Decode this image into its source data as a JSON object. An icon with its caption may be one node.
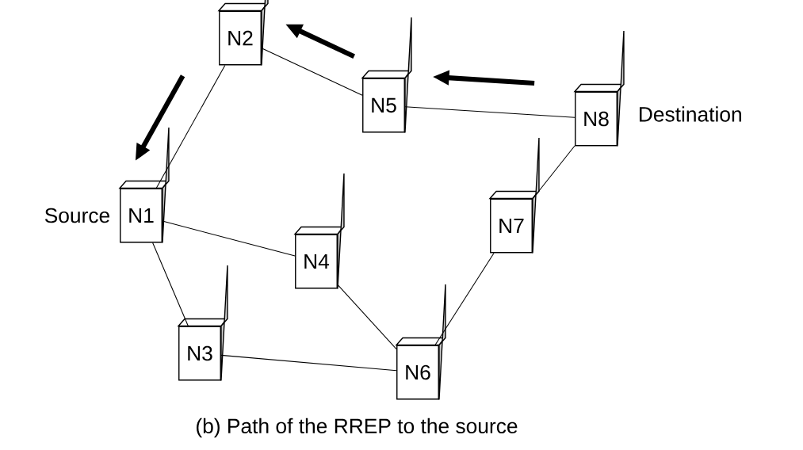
{
  "diagram": {
    "caption": "(b) Path of the RREP to the source",
    "nodes": [
      {
        "text": [
          "N1"
        ],
        "beside": [
          "Source"
        ]
      },
      {
        "text": [
          "N2"
        ]
      },
      {
        "text": [
          "N3"
        ]
      },
      {
        "text": [
          "N4"
        ]
      },
      {
        "text": [
          "N5"
        ]
      },
      {
        "text": [
          "N6"
        ]
      },
      {
        "text": [
          "N7"
        ]
      },
      {
        "text": [
          "N8"
        ],
        "beside": [
          "Destination"
        ]
      }
    ],
    "edges": [
      {
        "from": 0,
        "to": 1,
        "arrow": "none"
      },
      {
        "from": 1,
        "to": 4,
        "arrow": "none"
      },
      {
        "from": 4,
        "to": 7,
        "arrow": "none"
      },
      {
        "from": 7,
        "to": 6,
        "arrow": "none"
      },
      {
        "from": 6,
        "to": 5,
        "arrow": "none"
      },
      {
        "from": 5,
        "to": 3,
        "arrow": "none"
      },
      {
        "from": 3,
        "to": 0,
        "arrow": "none"
      },
      {
        "from": 0,
        "to": 2,
        "arrow": "none"
      },
      {
        "from": 2,
        "to": 5,
        "arrow": "none"
      },
      {
        "from": 7,
        "to": 4,
        "arrow": "to",
        "style": "thick"
      },
      {
        "from": 4,
        "to": 1,
        "arrow": "to",
        "style": "thick"
      },
      {
        "from": 1,
        "to": 0,
        "arrow": "to",
        "style": "thick"
      }
    ]
  }
}
